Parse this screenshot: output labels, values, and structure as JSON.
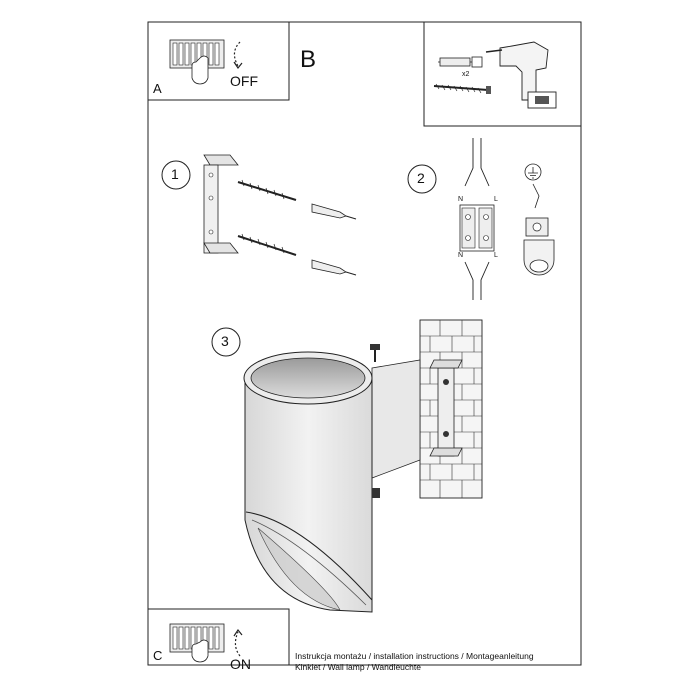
{
  "panel_a": {
    "letter": "A",
    "switch_text": "OFF"
  },
  "panel_b": {
    "letter": "B",
    "quantity": "x2"
  },
  "panel_c": {
    "letter": "C",
    "switch_text": "ON"
  },
  "steps": {
    "step1": "1",
    "step2": "2",
    "step3": "3"
  },
  "terminals": {
    "n_top": "N",
    "l_top": "L",
    "n_bottom": "N",
    "l_bottom": "L"
  },
  "footer": {
    "line1": "Instrukcja montażu / installation instructions / Montageanleitung",
    "line2": "Kinkiet / Wall lamp / Wandleuchte"
  }
}
